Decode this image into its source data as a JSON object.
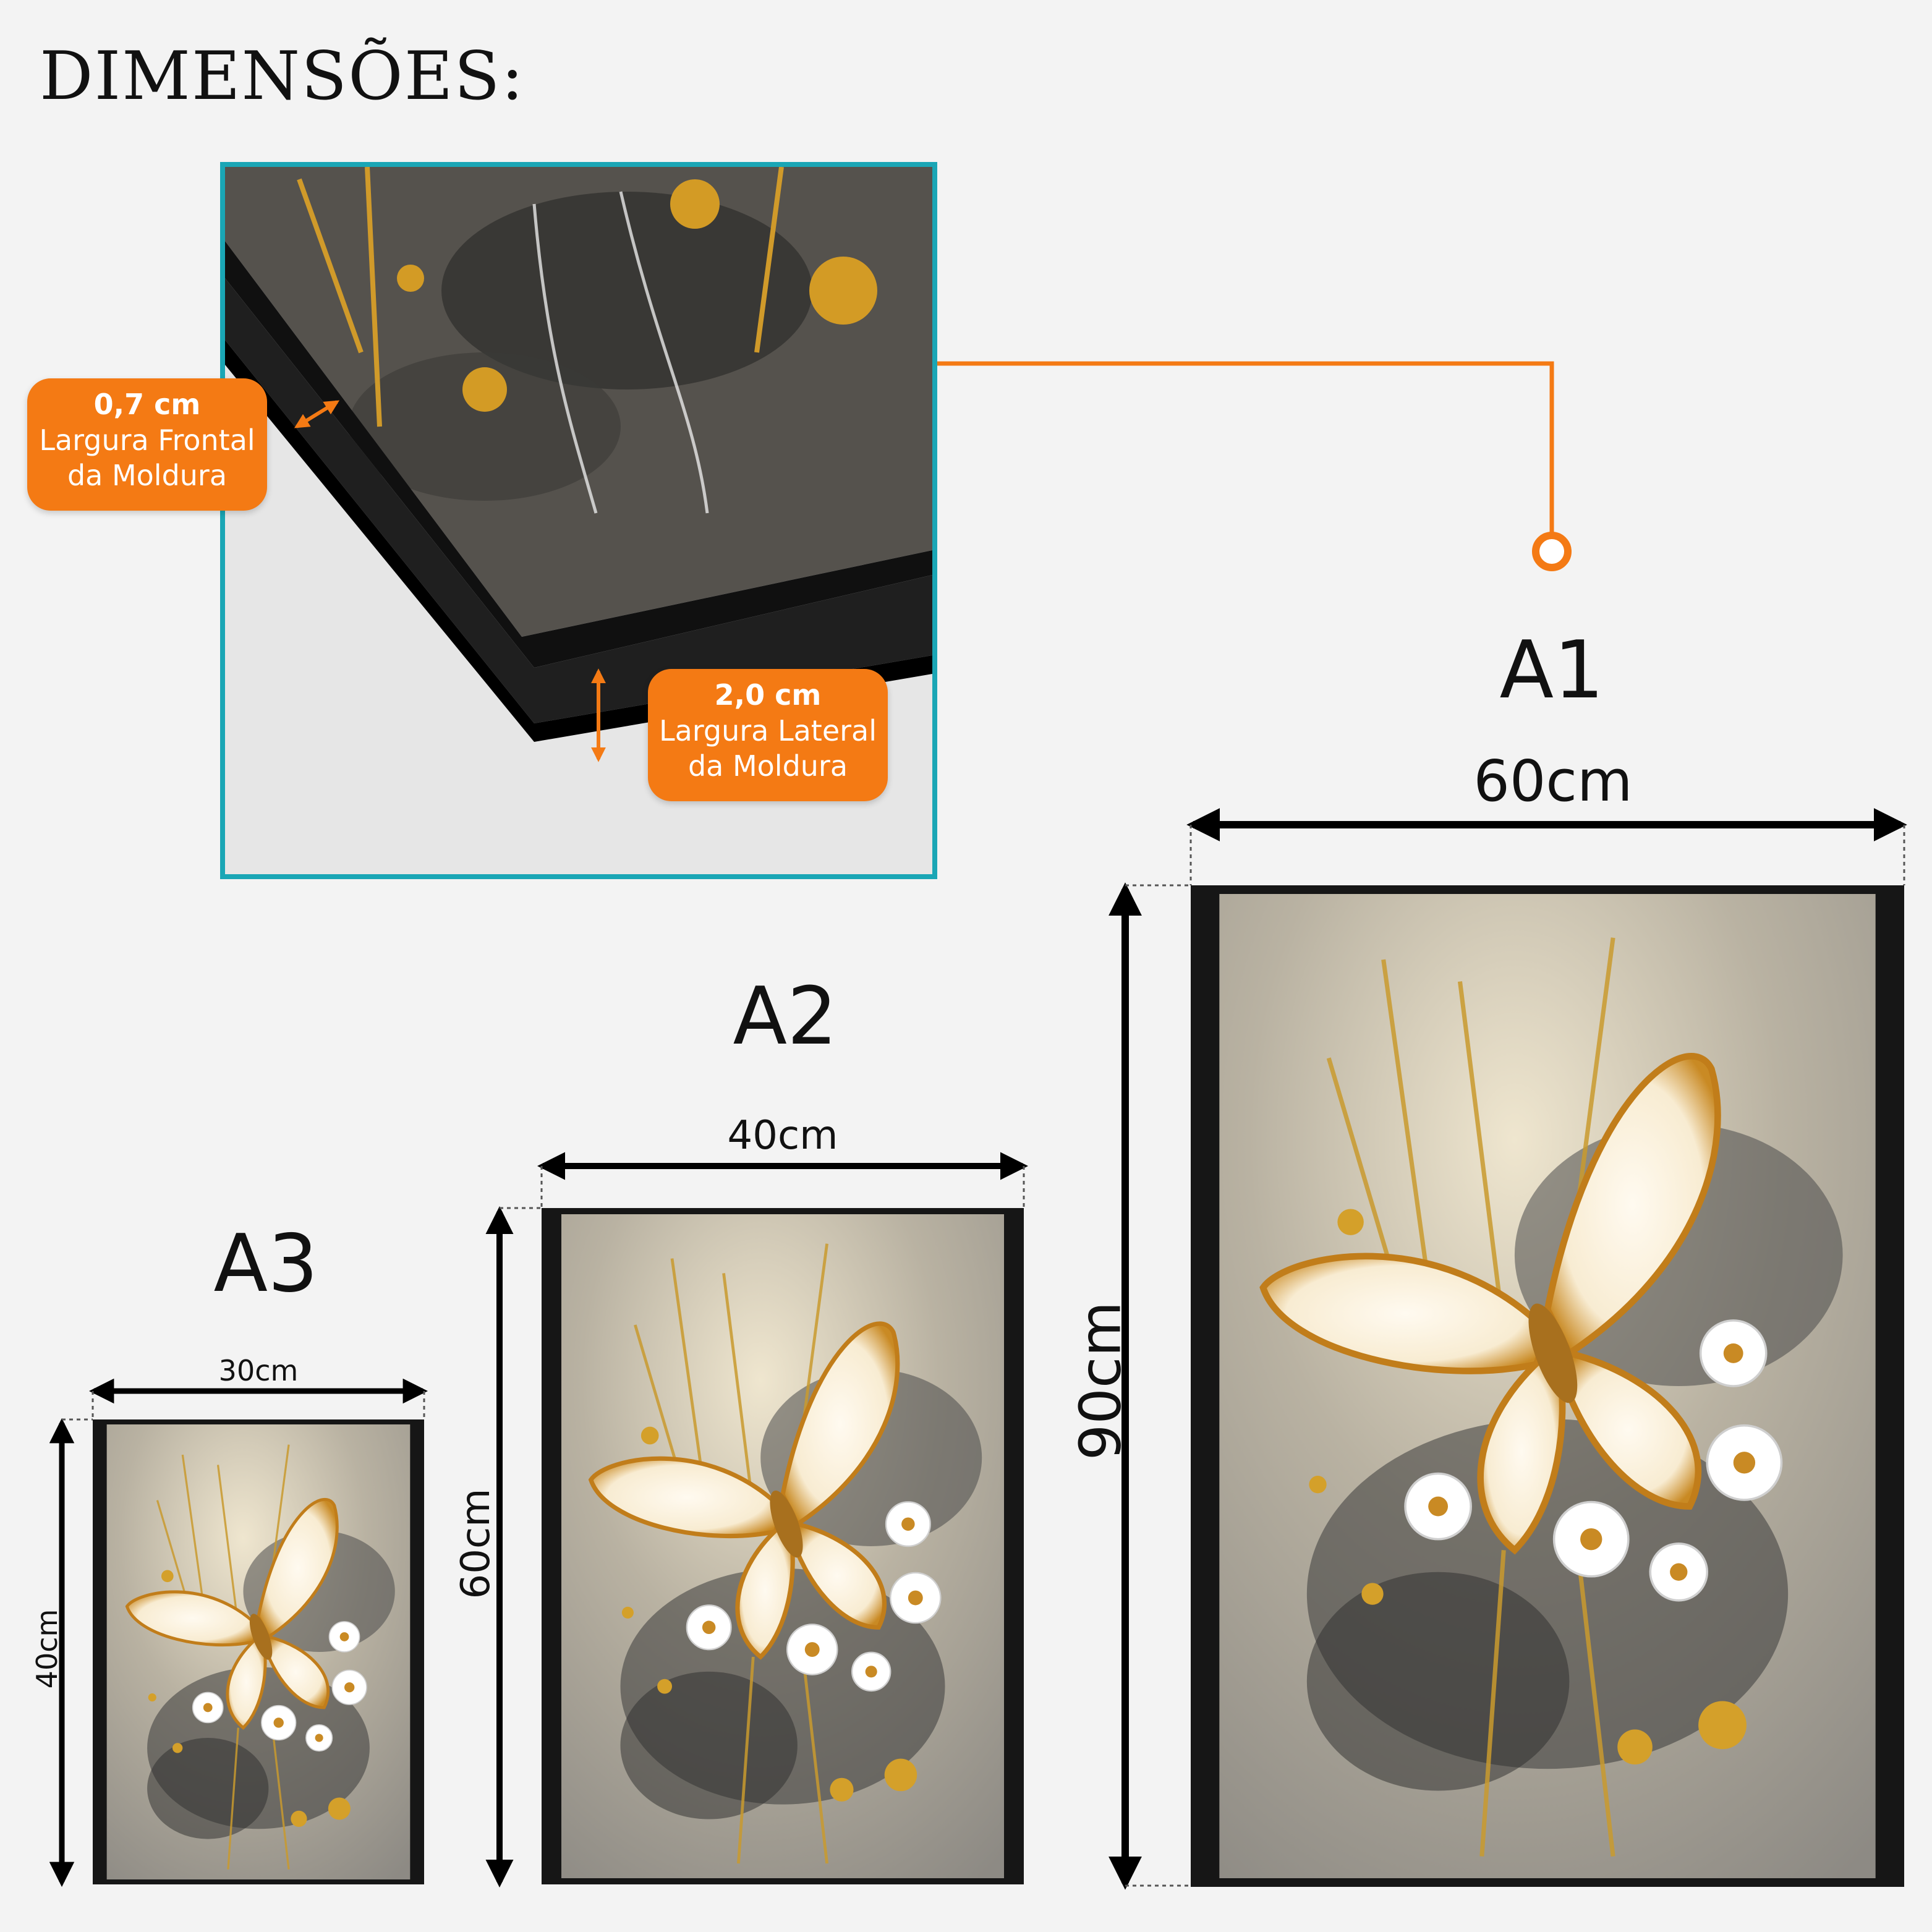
{
  "header": {
    "title": "DIMENSÕES:"
  },
  "detail": {
    "front_width": {
      "value": "0,7 cm",
      "label_line1": "Largura Frontal",
      "label_line2": "da Moldura"
    },
    "side_width": {
      "value": "2,0 cm",
      "label_line1": "Largura Lateral",
      "label_line2": "da Moldura"
    }
  },
  "sizes": [
    {
      "name": "A1",
      "width": "60cm",
      "height": "90cm"
    },
    {
      "name": "A2",
      "width": "40cm",
      "height": "60cm"
    },
    {
      "name": "A3",
      "width": "30cm",
      "height": "40cm"
    }
  ],
  "colors": {
    "accent": "#f47a14",
    "detail_border": "#1aa6b5",
    "frame": "#161616",
    "background": "#f3f3f3"
  },
  "artwork": {
    "subject": "butterfly-floral-watercolor"
  }
}
